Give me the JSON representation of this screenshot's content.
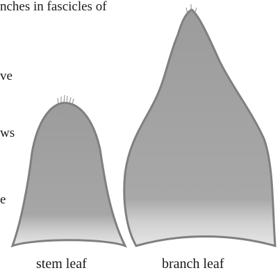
{
  "text_fragments": [
    "nches in fascicles of",
    "ve",
    "ws",
    "e"
  ],
  "figure": {
    "captions": {
      "stem": "stem leaf",
      "branch": "branch leaf"
    },
    "colors": {
      "leaf_fill": "#a3a3a3",
      "leaf_edge": "#7a7a7a",
      "leaf_base": "#e2e2e2"
    }
  }
}
